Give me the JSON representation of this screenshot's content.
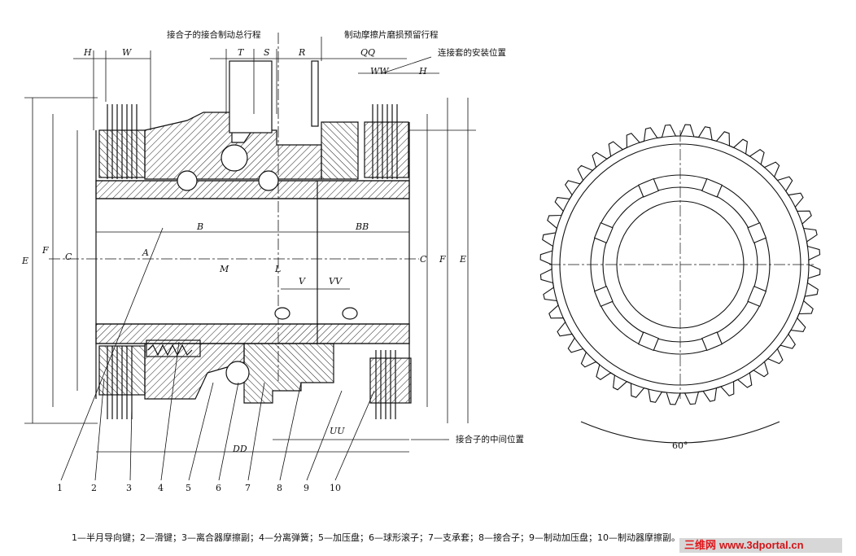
{
  "labels": {
    "total_travel": "接合子的接合制动总行程",
    "brake_wear": "制动摩擦片磨损预留行程",
    "sleeve_install": "连接套的安装位置",
    "middle_position": "接合子的中间位置",
    "angle": "60°"
  },
  "dimensions": {
    "H_left": "H",
    "W": "W",
    "T": "T",
    "S": "S",
    "R": "R",
    "QQ": "QQ",
    "WW": "WW",
    "H_right": "H",
    "E_left": "E",
    "F_left": "F",
    "C_left": "C",
    "B": "B",
    "A": "A",
    "M": "M",
    "L": "L",
    "BB": "BB",
    "V": "V",
    "VV": "VV",
    "C_right": "C",
    "F_right": "F",
    "E_right": "E",
    "DD": "DD",
    "UU": "UU"
  },
  "part_numbers": [
    "1",
    "2",
    "3",
    "4",
    "5",
    "6",
    "7",
    "8",
    "9",
    "10"
  ],
  "caption": "1—半月导向键；2—滑键；3—离合器摩擦副；4—分离弹簧；5—加压盘；6—球形滚子；7—支承套；8—接合子；9—制动加压盘；10—制动器摩擦副。",
  "watermark": {
    "cn": "三维网",
    "url": "www.3dportal.cn"
  }
}
